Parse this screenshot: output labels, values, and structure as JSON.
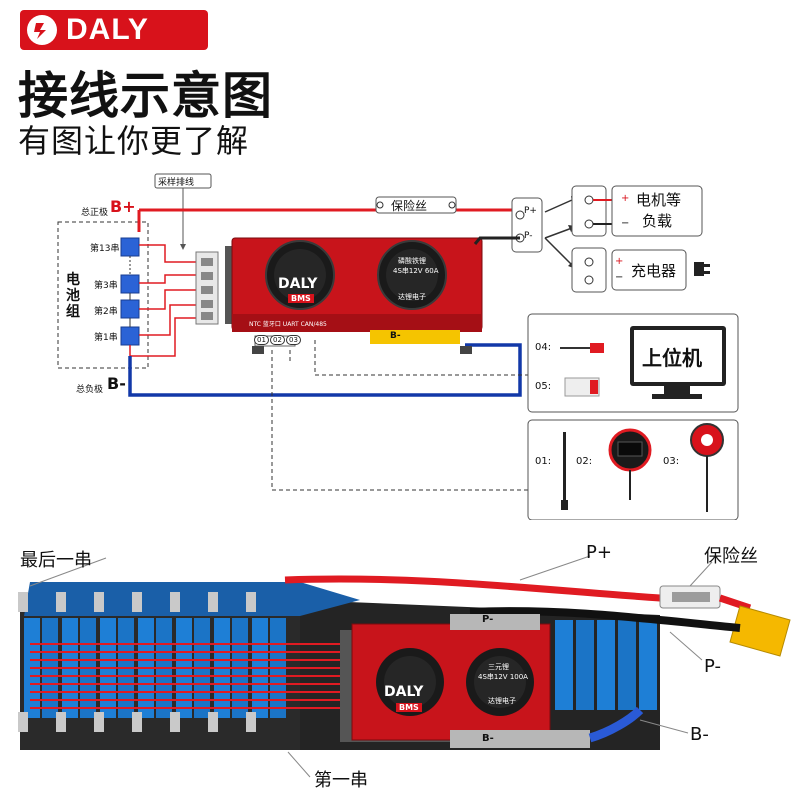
{
  "brand": {
    "name": "DALY"
  },
  "title": "接线示意图",
  "subtitle": "有图让你更了解",
  "diagram": {
    "sampling_cable": "采样排线",
    "fuse": "保险丝",
    "pack_label": "电池组",
    "total_positive": "总正极",
    "total_positive_mark": "B+",
    "total_negative": "总负极",
    "total_negative_mark": "B-",
    "series": [
      "第13串",
      "第3串",
      "第2串",
      "第1串"
    ],
    "p_plus": "P+",
    "p_minus": "P-",
    "load": [
      "电机等",
      "负载"
    ],
    "charger": "充电器",
    "plus_sign": "+",
    "minus_sign": "−",
    "board": {
      "brand": "DALY",
      "sub_brand": "BMS",
      "model": "磷酸铁锂",
      "spec": "4S串12V 60A",
      "maker": "达锂电子",
      "b_minus": "B-",
      "ports": [
        "01",
        "02",
        "03"
      ],
      "port_labels": "NTC  蓝牙口  UART  CAN/485"
    },
    "upper_computer": "上位机",
    "accessories_top": [
      "04:",
      "05:"
    ],
    "accessories_bottom": [
      "01:",
      "02:",
      "03:"
    ]
  },
  "photo": {
    "last_series": "最后一串",
    "first_series": "第一串",
    "p_plus": "P+",
    "fuse": "保险丝",
    "p_minus": "P-",
    "b_minus": "B-",
    "p_minus_tab": "P-",
    "b_minus_tab": "B-",
    "board_brand": "DALY",
    "board_sub": "BMS",
    "board_model": "三元锂",
    "board_spec": "4S串12V 100A",
    "board_maker": "达锂电子"
  },
  "colors": {
    "accent": "#d8121b",
    "cable_blue": "#1238a8",
    "cell_blue": "#1e7fd6"
  }
}
